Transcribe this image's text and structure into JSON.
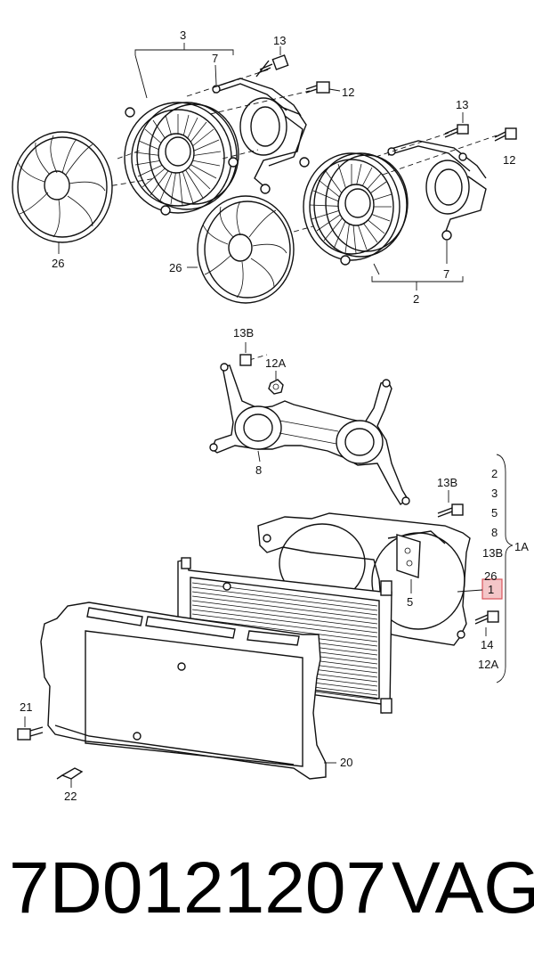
{
  "labels": {
    "l3": "3",
    "l7a": "7",
    "l13a": "13",
    "l12a": "12",
    "l26a": "26",
    "l26b": "26",
    "l13b": "13",
    "l12b": "12",
    "l7b": "7",
    "l2": "2",
    "l13B_top": "13B",
    "l12A_top": "12A",
    "l8": "8",
    "l13B_mid": "13B",
    "l5": "5",
    "l1": "1",
    "l14": "14",
    "l12A_bot": "12A",
    "l21": "21",
    "l22": "22",
    "l20": "20"
  },
  "legend": {
    "items": [
      "2",
      "3",
      "5",
      "8",
      "13B",
      "26",
      "1"
    ],
    "group_label": "1A"
  },
  "footer": {
    "part_number": "7D0121207",
    "brand": "VAG"
  },
  "colors": {
    "highlight_fill": "#f4c6c8",
    "highlight_stroke": "#d9535a",
    "line": "#111111"
  }
}
